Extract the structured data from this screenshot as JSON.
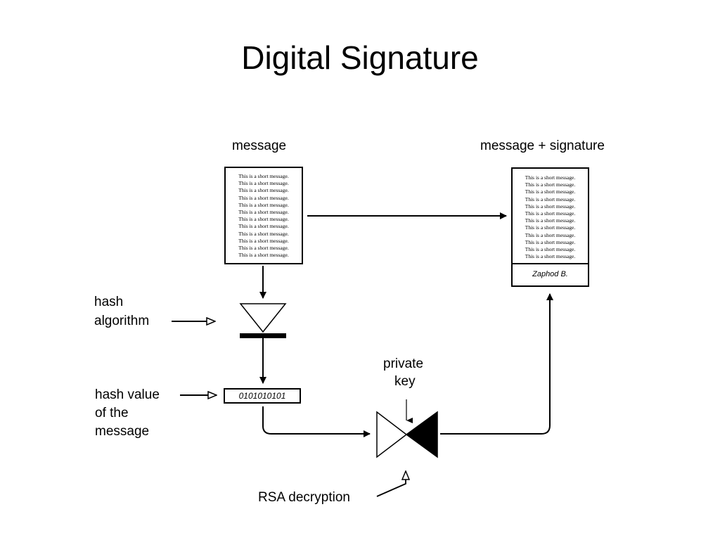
{
  "title": "Digital Signature",
  "labels": {
    "message": "message",
    "message_signature": "message + signature",
    "hash_algorithm_1": "hash",
    "hash_algorithm_2": "algorithm",
    "hash_value_1": "hash value",
    "hash_value_2": "of the",
    "hash_value_3": "message",
    "private_key_1": "private",
    "private_key_2": "key",
    "rsa_decryption": "RSA decryption"
  },
  "message_document": {
    "lines": [
      "This is a short message.",
      "This is a short message.",
      "This is a short message.",
      "This is a short message.",
      "This is a short message.",
      "This is a short message.",
      "This is a short message.",
      "This is a short message.",
      "This is a short message.",
      "This is a short message.",
      "This is a short message.",
      "This is a short message."
    ]
  },
  "signed_document": {
    "lines": [
      "This is a short message.",
      "This is a short message.",
      "This is a short message.",
      "This is a short message.",
      "This is a short message.",
      "This is a short message.",
      "This is a short message.",
      "This is a short message.",
      "This is a short message.",
      "This is a short message.",
      "This is a short message.",
      "This is a short message."
    ],
    "signature": "Zaphod B."
  },
  "hash_value": "0101010101"
}
